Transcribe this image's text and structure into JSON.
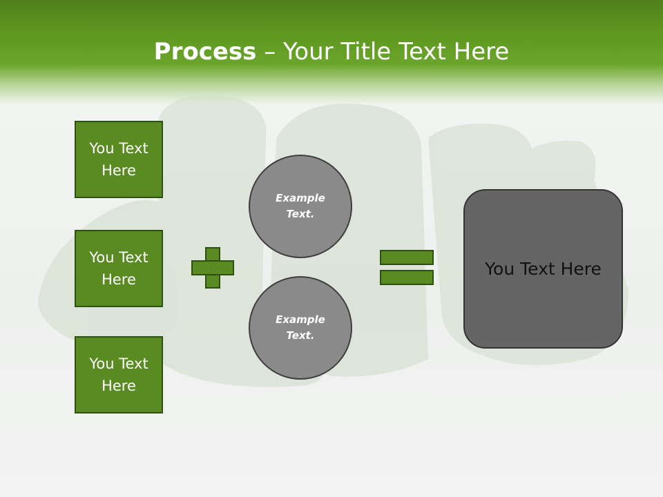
{
  "slide": {
    "title_bold": "Process",
    "title_dash": " – ",
    "title_rest": "Your Title Text Here",
    "header_color": "#5e961f"
  },
  "left_boxes": [
    {
      "label": "You Text Here"
    },
    {
      "label": "You Text Here"
    },
    {
      "label": "You Text Here"
    }
  ],
  "circles": [
    {
      "label": "Example Text."
    },
    {
      "label": "Example Text."
    }
  ],
  "result": {
    "label": "You Text Here"
  },
  "icons": {
    "plus": "plus-icon",
    "equals": "equals-icon"
  },
  "colors": {
    "box_fill": "#5a8a22",
    "circle_fill": "#8a8a8a",
    "result_fill": "#656565"
  }
}
